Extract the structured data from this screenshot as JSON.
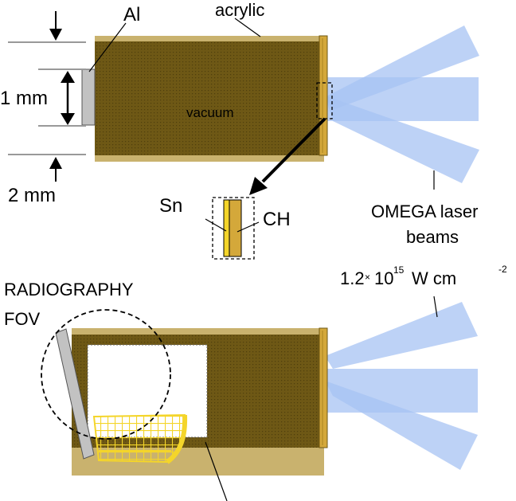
{
  "labels": {
    "al": "Al",
    "acrylic": "acrylic",
    "vacuum": "vacuum",
    "one_mm": "1 mm",
    "two_mm": "2 mm",
    "sn": "Sn",
    "ch": "CH",
    "omega_line1": "OMEGA laser",
    "omega_line2": "beams",
    "intensity_coeff": "1.2",
    "intensity_times": "×",
    "intensity_base": "10",
    "intensity_exp": "15",
    "intensity_unit": "W cm",
    "intensity_unit_exp": "-2",
    "radiography": "RADIOGRAPHY",
    "fov": "FOV"
  },
  "colors": {
    "vacuum_fill": "#6e5815",
    "acrylic": "#c9b26e",
    "target_gold": "#d4a83a",
    "beam": "#a7c3f3",
    "al_plate": "#c2c2c2",
    "grid_yellow": "#f4d52a",
    "guide_line": "#999999"
  }
}
